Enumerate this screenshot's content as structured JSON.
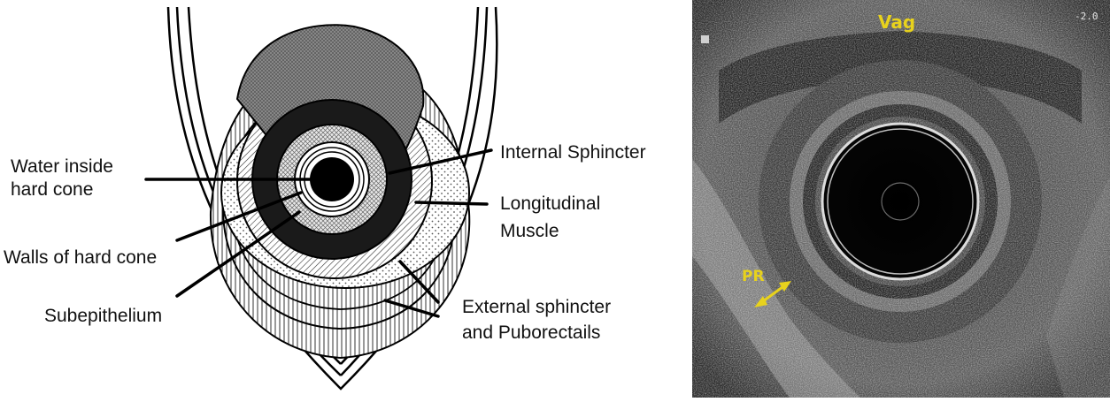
{
  "diagram": {
    "labels": {
      "water_line1": "Water inside",
      "water_line2": "hard cone",
      "walls": "Walls of hard cone",
      "subepithelium": "Subepithelium",
      "internal_sphincter": "Internal Sphincter",
      "longitudinal_line1": "Longitudinal",
      "longitudinal_line2": "Muscle",
      "external_line1": "External sphincter",
      "external_line2": "and Puborectails"
    }
  },
  "ultrasound": {
    "vag_label": "Vag",
    "pr_label": "PR",
    "scale_text": "-2.0"
  },
  "colors": {
    "label_yellow": "#e8d21c",
    "ink": "#111111"
  }
}
